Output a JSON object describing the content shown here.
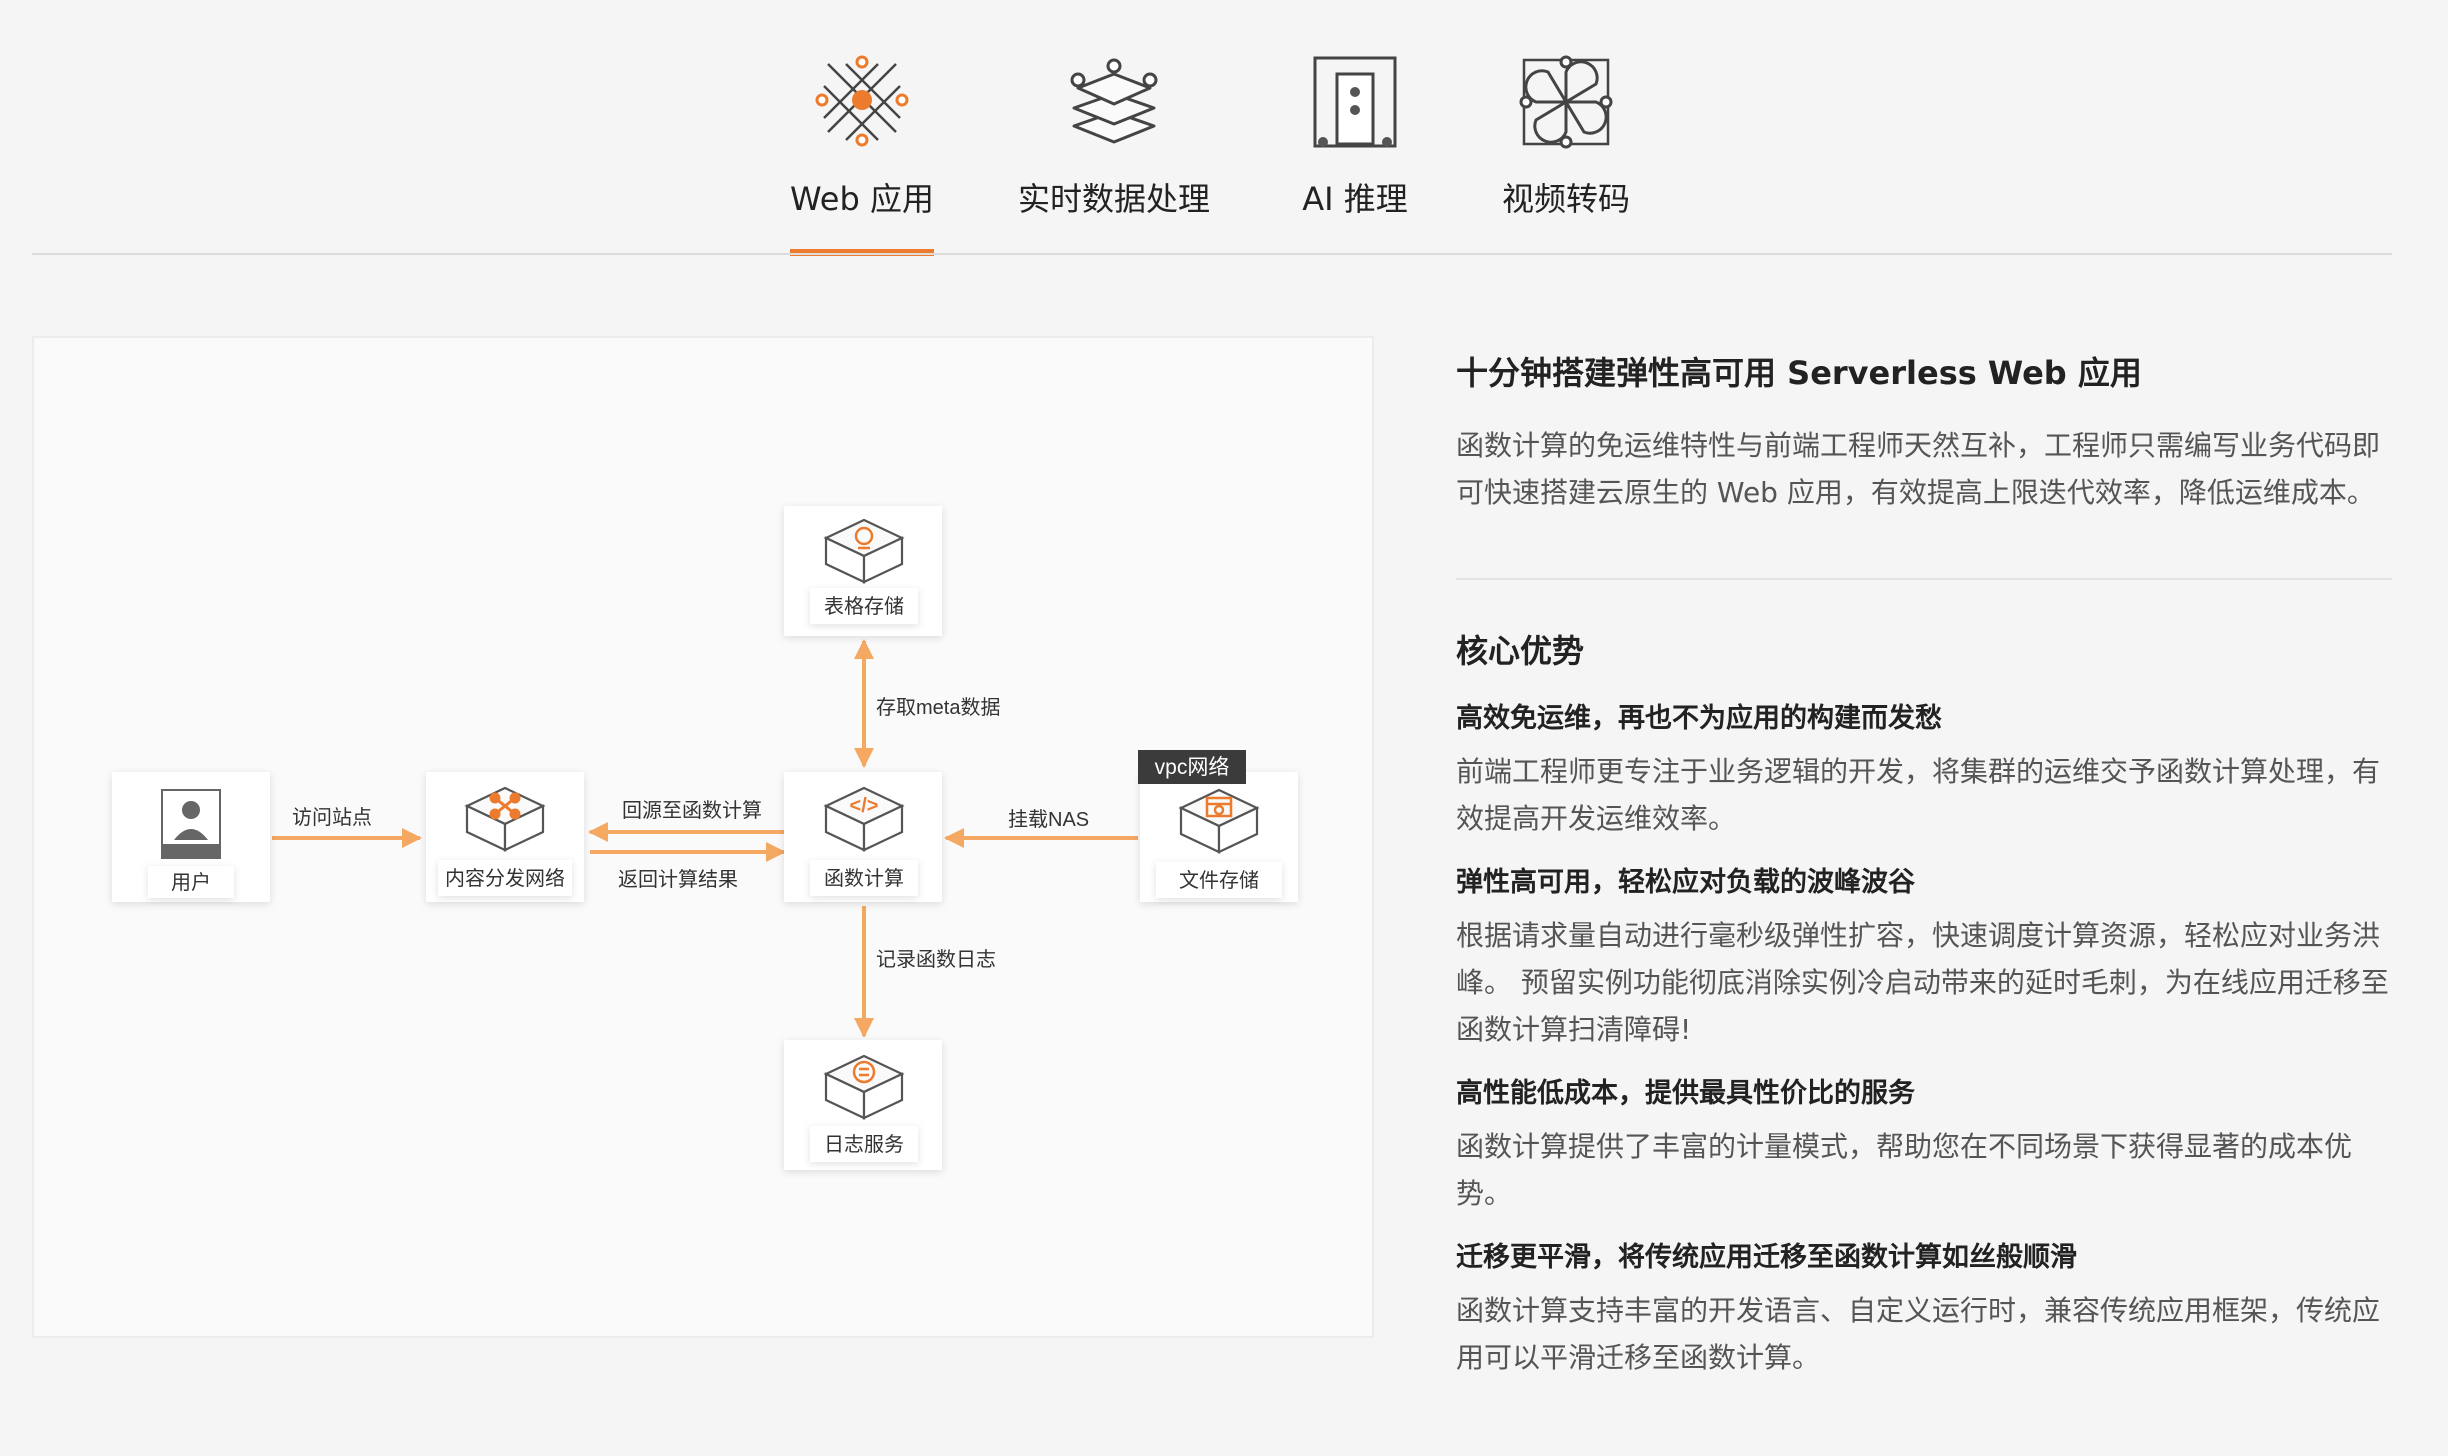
{
  "tabs": [
    {
      "label": "Web 应用",
      "icon": "web-app-icon",
      "active": true
    },
    {
      "label": "实时数据处理",
      "icon": "data-layers-icon",
      "active": false
    },
    {
      "label": "AI 推理",
      "icon": "ai-inference-icon",
      "active": false
    },
    {
      "label": "视频转码",
      "icon": "video-transcode-icon",
      "active": false
    }
  ],
  "colors": {
    "accent": "#ec7b2d",
    "arrow": "#f4a862",
    "tag_bg": "#3b3b3b"
  },
  "diagram": {
    "nodes": {
      "user": "用户",
      "cdn": "内容分发网络",
      "fc": "函数计算",
      "table_store": "表格存储",
      "log_service": "日志服务",
      "file_storage": "文件存储"
    },
    "vpc_tag": "vpc网络",
    "edges": {
      "visit_site": "访问站点",
      "back_to_origin": "回源至函数计算",
      "return_result": "返回计算结果",
      "meta_access": "存取meta数据",
      "log_record": "记录函数日志",
      "mount_nas": "挂载NAS"
    }
  },
  "info": {
    "title": "十分钟搭建弹性高可用 Serverless Web 应用",
    "description": "函数计算的免运维特性与前端工程师天然互补，工程师只需编写业务代码即可快速搭建云原生的 Web 应用，有效提高上限迭代效率，降低运维成本。",
    "advantages_heading": "核心优势",
    "advantages": [
      {
        "title": "高效免运维，再也不为应用的构建而发愁",
        "desc": "前端工程师更专注于业务逻辑的开发，将集群的运维交予函数计算处理，有效提高开发运维效率。"
      },
      {
        "title": "弹性高可用，轻松应对负载的波峰波谷",
        "desc": "根据请求量自动进行毫秒级弹性扩容，快速调度计算资源，轻松应对业务洪峰。 预留实例功能彻底消除实例冷启动带来的延时毛刺，为在线应用迁移至函数计算扫清障碍!"
      },
      {
        "title": "高性能低成本，提供最具性价比的服务",
        "desc": "函数计算提供了丰富的计量模式，帮助您在不同场景下获得显著的成本优势。"
      },
      {
        "title": "迁移更平滑，将传统应用迁移至函数计算如丝般顺滑",
        "desc": "函数计算支持丰富的开发语言、自定义运行时，兼容传统应用框架，传统应用可以平滑迁移至函数计算。"
      }
    ]
  }
}
